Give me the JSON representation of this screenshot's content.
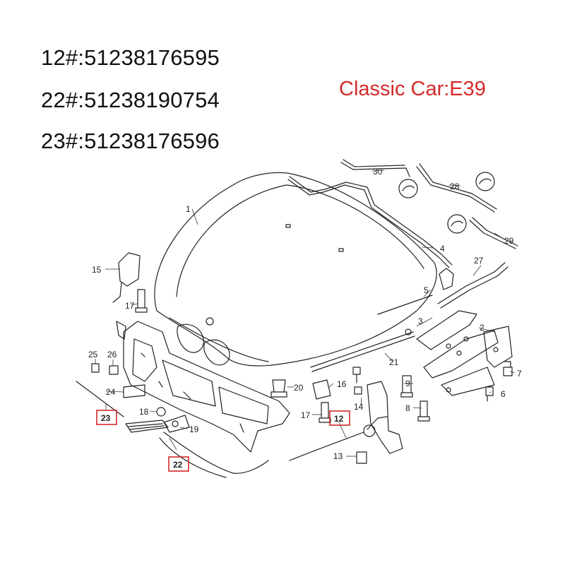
{
  "part_numbers": [
    "12#:51238176595",
    "22#:51238190754",
    "23#:51238176596"
  ],
  "title": "Classic Car:E39",
  "highlight_color": "#d42a2a",
  "callouts": {
    "c1": "1",
    "c2": "2",
    "c3": "3",
    "c4": "4",
    "c5": "5",
    "c6": "6",
    "c7": "7",
    "c8": "8",
    "c9": "9",
    "c12": "12",
    "c13": "13",
    "c14": "14",
    "c15": "15",
    "c16": "16",
    "c17a": "17",
    "c17b": "17",
    "c18": "18",
    "c19": "19",
    "c20": "20",
    "c21": "21",
    "c22": "22",
    "c23": "23",
    "c24": "24",
    "c25": "25",
    "c26": "26",
    "c27": "27",
    "c28": "28",
    "c29": "29",
    "c30": "30"
  }
}
